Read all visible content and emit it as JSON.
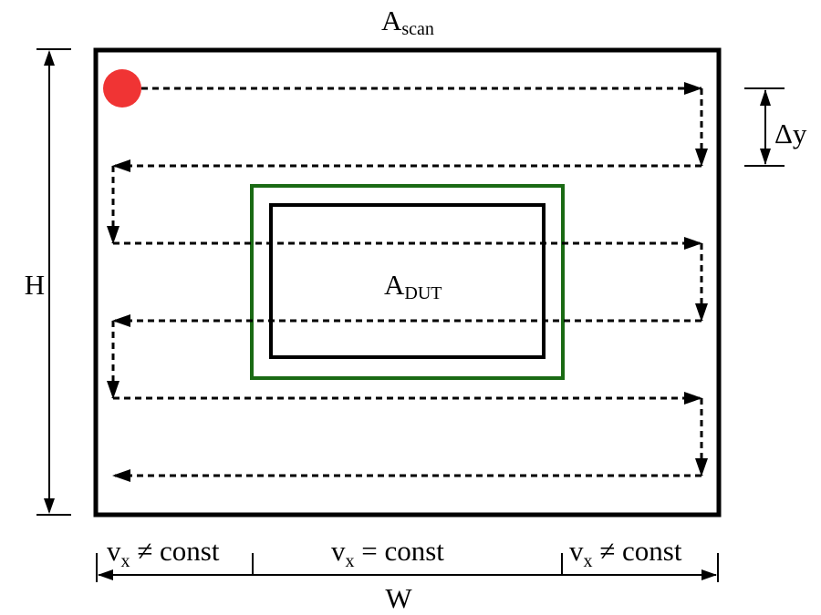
{
  "labels": {
    "scan_area": {
      "main": "A",
      "sub": "scan"
    },
    "dut_area": {
      "main": "A",
      "sub": "DUT"
    },
    "height": "H",
    "width": "W",
    "step": "Δy",
    "velocity_left": {
      "main": "v",
      "sub": "x",
      "rest": " ≠ const"
    },
    "velocity_center": {
      "main": "v",
      "sub": "x",
      "rest": " = const"
    },
    "velocity_right": {
      "main": "v",
      "sub": "x",
      "rest": " ≠ const"
    }
  },
  "colors": {
    "frame": "#000000",
    "dut_margin": "#1a6a14",
    "dut": "#000000",
    "start_point": "#f03434",
    "path": "#000000"
  },
  "scan_path": {
    "lines": 6,
    "pattern": "raster",
    "start_direction": "right",
    "style": "dashed"
  }
}
